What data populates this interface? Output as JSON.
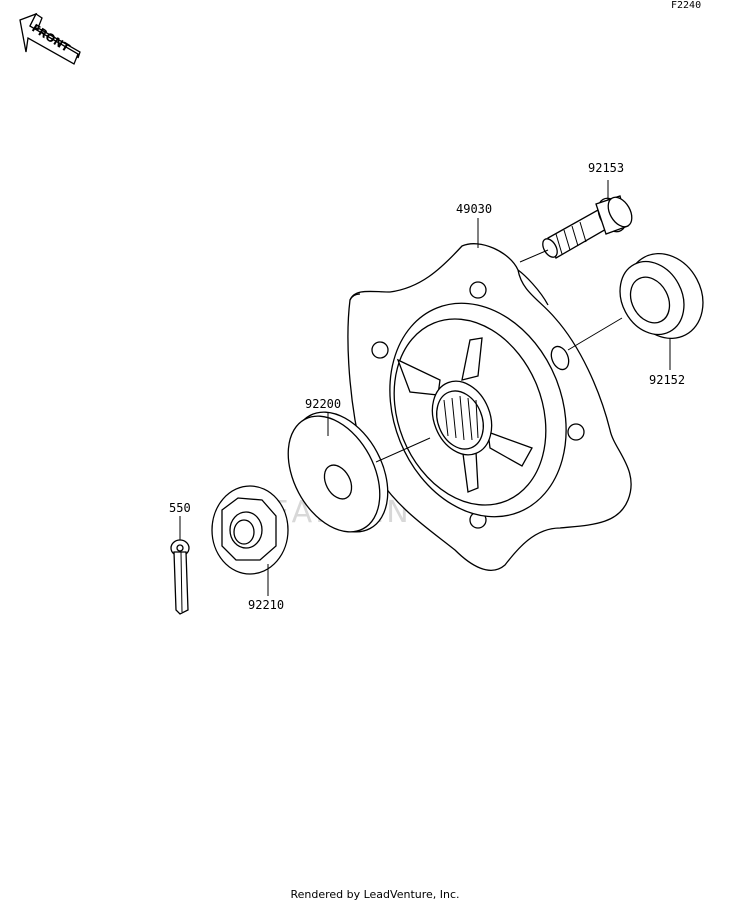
{
  "diagram": {
    "code": "F2240",
    "front_label": "FRONT",
    "watermark": "LEADVENTURE",
    "footer": "Rendered by LeadVenture, Inc.",
    "parts": [
      {
        "number": "92153",
        "name": "stud-bolt"
      },
      {
        "number": "49030",
        "name": "hub"
      },
      {
        "number": "92152",
        "name": "seal"
      },
      {
        "number": "92200",
        "name": "washer"
      },
      {
        "number": "550",
        "name": "cotter-pin"
      },
      {
        "number": "92210",
        "name": "castle-nut"
      }
    ]
  }
}
